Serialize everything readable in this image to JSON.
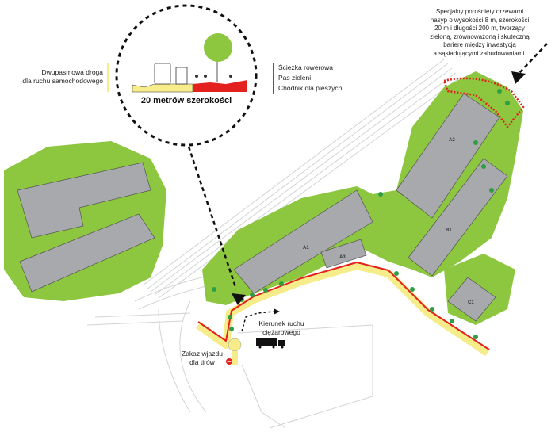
{
  "legend": {
    "left_text": "Dwupasmowa droga dla ruchu samochodowego",
    "left_lines": [
      "Dwupasmowa droga",
      "dla ruchu samochodowego"
    ],
    "right_items": [
      "Ścieżka rowerowa",
      "Pas zieleni",
      "Chodnik dla pieszych"
    ],
    "width_caption": "20 metrów szerokości"
  },
  "embankment_note": {
    "lines": [
      "Specjalny porośnięty drzewami",
      "nasyp o wysokości 8 m, szerokości",
      "20 m i długości 200 m, tworzący",
      "zieloną, zrównoważoną i skuteczną",
      "barierę między inwestycją",
      "a sąsiadującymi zabudowaniami."
    ]
  },
  "truck_direction": {
    "lines": [
      "Kierunek ruchu",
      "ciężarowego"
    ]
  },
  "no_entry": {
    "lines": [
      "Zakaz wjazdu",
      "dla tirów"
    ]
  },
  "buildings": [
    "A1",
    "A2",
    "A3",
    "B1",
    "C1"
  ],
  "colors": {
    "green": "#8dc63f",
    "road": "#f7ec8a",
    "red": "#e3211e",
    "building": "#a7a9ac",
    "lines": "#cfd2d4"
  },
  "icons": [
    "truck-icon",
    "tree-icon",
    "no-entry-icon",
    "arrow-icon"
  ]
}
